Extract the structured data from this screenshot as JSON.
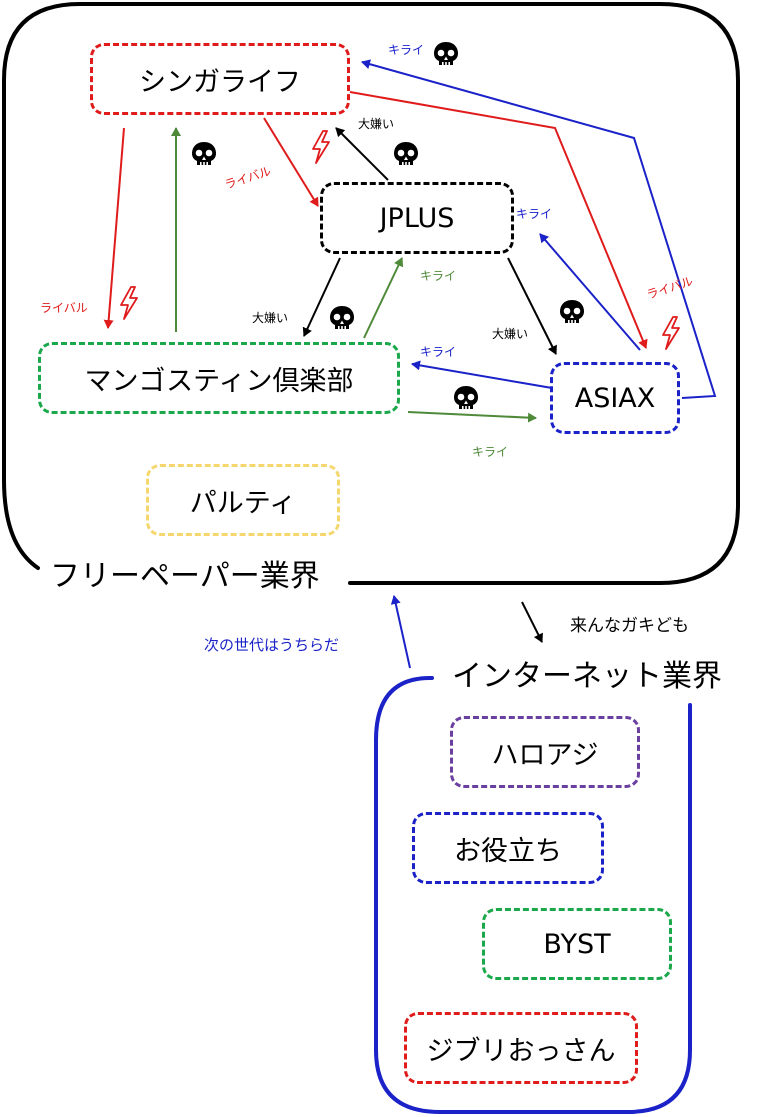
{
  "groups": {
    "freepaper": {
      "label": "フリーペーパー業界"
    },
    "internet": {
      "label": "インターネット業界"
    }
  },
  "nodes": {
    "singalife": {
      "label": "シンガライフ",
      "border_color": "#e01b1b"
    },
    "jplus": {
      "label": "JPLUS",
      "border_color": "#000000"
    },
    "mangosteen": {
      "label": "マンゴスティン倶楽部",
      "border_color": "#1aa84a"
    },
    "asiax": {
      "label": "ASIAX",
      "border_color": "#1a22c8"
    },
    "parutei": {
      "label": "パルティ",
      "border_color": "#f5d76e"
    },
    "haroaji": {
      "label": "ハロアジ",
      "border_color": "#6b3fa0"
    },
    "oyakudachi": {
      "label": "お役立ち",
      "border_color": "#1a22c8"
    },
    "byst": {
      "label": "BYST",
      "border_color": "#1aa84a"
    },
    "ghibli": {
      "label": "ジブリおっさん",
      "border_color": "#e01b1b"
    }
  },
  "edge_labels": {
    "kirai_asiax_singa": "キライ",
    "daikirai_jplus_singa": "大嫌い",
    "rival_singa_jplus": "ライバル",
    "kirai_asiax_jplus": "キライ",
    "rival_singa_mango": "ライバル",
    "kirai_mango_jplus": "キライ",
    "daikirai_jplus_mango": "大嫌い",
    "daikirai_jplus_asiax": "大嫌い",
    "rival_singa_asiax": "ライバル",
    "kirai_asiax_mango": "キライ",
    "kirai_mango_asiax": "キライ",
    "kuru_na": "来んなガキども",
    "next_gen": "次の世代はうちらだ"
  },
  "colors": {
    "red": "#e01b1b",
    "blue": "#1a22c8",
    "green": "#4f8a3a",
    "black": "#000000"
  },
  "icons": {
    "skull": "skull-icon",
    "bolt": "lightning-bolt-icon"
  }
}
